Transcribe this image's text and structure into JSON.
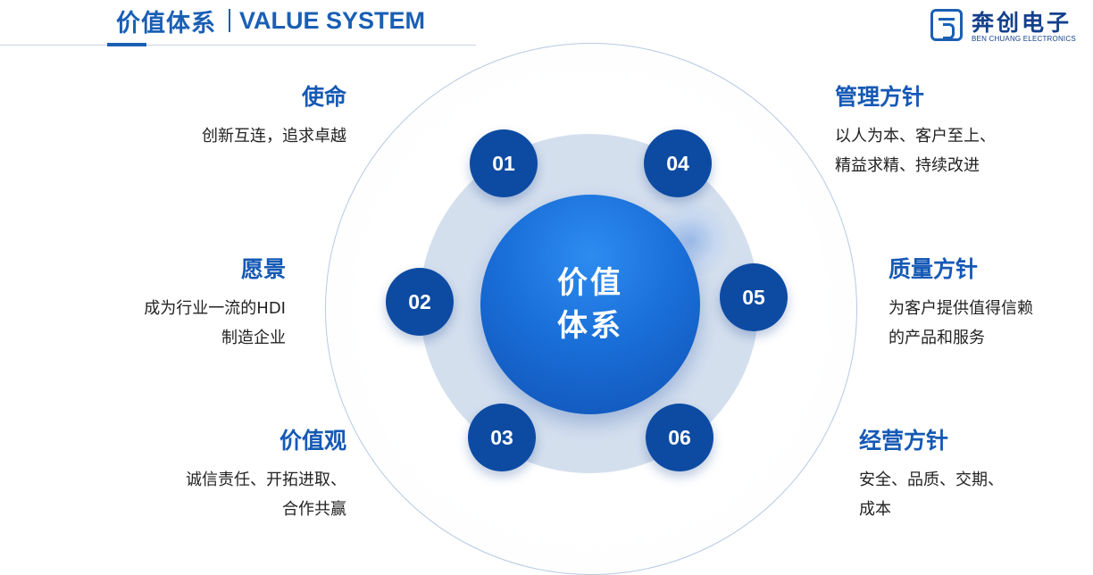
{
  "header": {
    "title_cn": "价值体系",
    "title_en": "VALUE SYSTEM"
  },
  "logo": {
    "name_cn": "奔创电子",
    "name_en": "BEN CHUANG ELECTRONICS"
  },
  "center": {
    "line1": "价值",
    "line2": "体系"
  },
  "badges": [
    "01",
    "02",
    "03",
    "04",
    "05",
    "06"
  ],
  "blocks": {
    "mission": {
      "title": "使命",
      "lines": [
        "创新互连，追求卓越"
      ]
    },
    "vision": {
      "title": "愿景",
      "lines": [
        "成为行业一流的HDI",
        "制造企业"
      ]
    },
    "values": {
      "title": "价值观",
      "lines": [
        "诚信责任、开拓进取、",
        "合作共赢"
      ]
    },
    "management": {
      "title": "管理方针",
      "lines": [
        "以人为本、客户至上、",
        "精益求精、持续改进"
      ]
    },
    "quality": {
      "title": "质量方针",
      "lines": [
        "为客户提供值得信赖",
        "的产品和服务"
      ]
    },
    "operations": {
      "title": "经营方针",
      "lines": [
        "安全、品质、交期、",
        "成本"
      ]
    }
  },
  "colors": {
    "primary": "#1a5fb4",
    "badge": "#0d4ba3",
    "ring": "#d4dfee",
    "core": "#1a6fd8"
  }
}
